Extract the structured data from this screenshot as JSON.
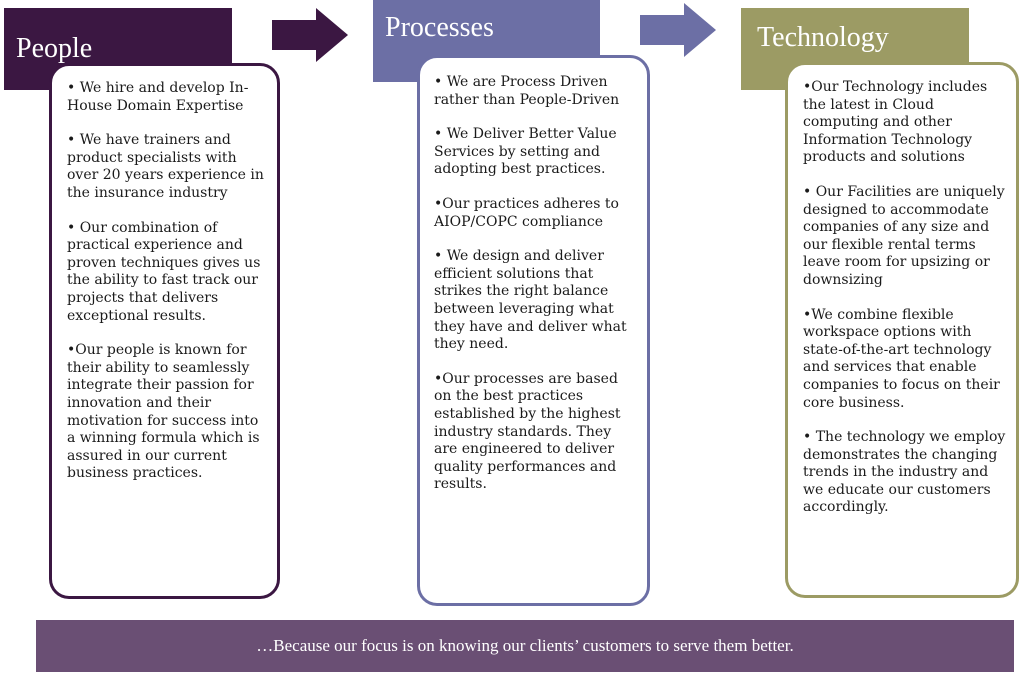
{
  "columns": [
    {
      "title": "People",
      "color": "#3b1742",
      "items": [
        "• We hire and develop In-House Domain Expertise",
        "• We have trainers and product specialists with over 20 years experience in the insurance industry",
        "• Our combination of practical experience and proven techniques gives us the ability to fast track our projects that delivers exceptional results.",
        "•Our people is known for their ability to seamlessly integrate their passion for innovation and their motivation for success into a winning formula which is assured in our current business practices."
      ]
    },
    {
      "title": "Processes",
      "color": "#6c6fa5",
      "items": [
        "• We are Process Driven rather than People-Driven",
        "• We Deliver Better Value Services by setting and adopting best practices.",
        "•Our practices adheres to AIOP/COPC compliance",
        "• We design and deliver efficient solutions that strikes the right balance between leveraging what they have and deliver what they need.",
        "•Our processes are based on the best practices established by the highest industry standards. They are engineered to deliver quality performances and results."
      ]
    },
    {
      "title": "Technology",
      "color": "#9c9b64",
      "items": [
        "•Our Technology includes the latest in Cloud computing and other Information Technology products and solutions",
        "• Our Facilities are uniquely designed to accommodate companies of any size and our flexible rental terms leave room for upsizing or downsizing",
        "•We combine flexible workspace options with state-of-the-art technology and services that enable companies to focus on their core business.",
        "• The technology we employ demonstrates the changing trends in the industry and we educate our customers accordingly."
      ]
    }
  ],
  "arrow_colors": [
    "#3b1742",
    "#6c6fa5"
  ],
  "banner": {
    "text": "…Because our focus is on knowing our clients’ customers to serve them better.",
    "color": "#6a4f74"
  }
}
